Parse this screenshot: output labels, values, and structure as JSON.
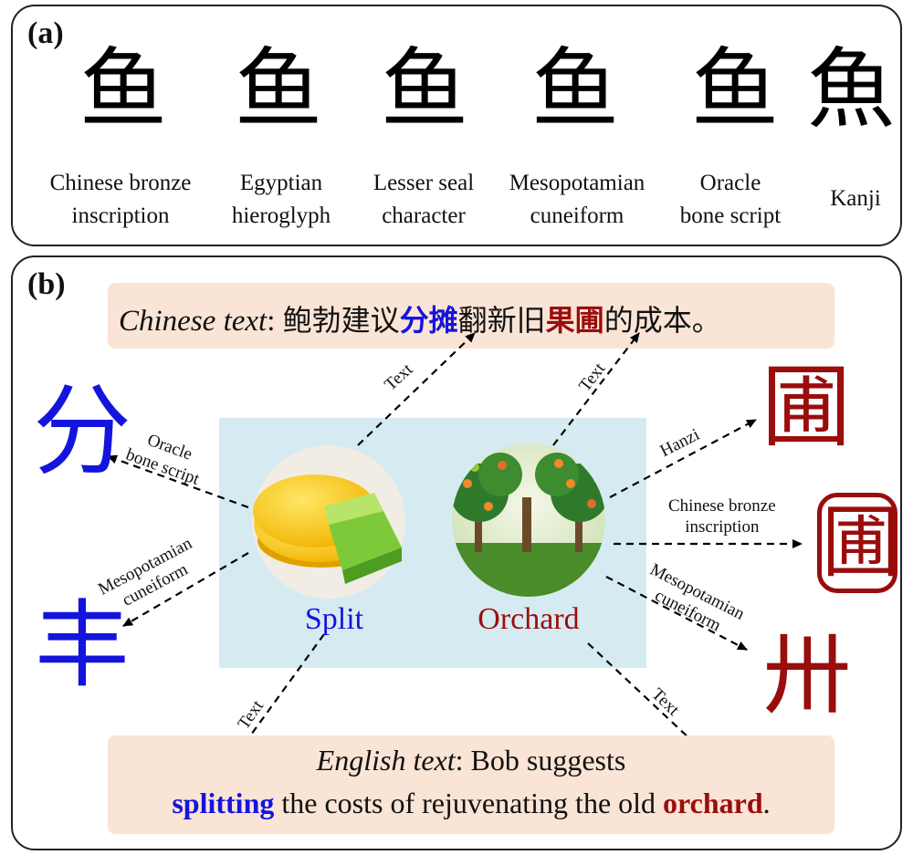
{
  "panel_a": {
    "label": "(a)",
    "glyph_char": "鱼",
    "items": [
      {
        "caption": "Chinese bronze\ninscription"
      },
      {
        "caption": "Egyptian\nhieroglyph"
      },
      {
        "caption": "Lesser seal\ncharacter"
      },
      {
        "caption": "Mesopotamian\ncuneiform"
      },
      {
        "caption": "Oracle\nbone script"
      },
      {
        "caption": "Kanji",
        "char": "魚"
      }
    ]
  },
  "panel_b": {
    "label": "(b)",
    "chinese": {
      "label": "Chinese text",
      "colon": ": ",
      "pre": "鲍勃建议",
      "hl1": "分摊",
      "mid": "翻新旧",
      "hl2": "果圃",
      "post": "的成本。"
    },
    "english": {
      "label": "English text",
      "line1": ": Bob suggests",
      "hl1": "splitting",
      "mid": " the costs of rejuvenating the old ",
      "hl2": "orchard",
      "post": "."
    },
    "split_word": "Split",
    "orchard_word": "Orchard",
    "arrow_labels": {
      "text": "Text",
      "oracle": "Oracle\nbone script",
      "meso_left": "Mesopotamian\ncuneiform",
      "hanzi": "Hanzi",
      "bronze": "Chinese bronze\ninscription",
      "meso_right": "Mesopotamian\ncuneiform"
    },
    "glyphs": {
      "oracle_fen": "分",
      "meso_split": "丰",
      "hanzi_pu": "圃",
      "bronze_pu": "圃",
      "meso_orchard": "卅"
    }
  },
  "colors": {
    "blue": "#1414dc",
    "red": "#9a0d0d",
    "box": "#f9e4d6",
    "center": "#d6ebf1"
  }
}
